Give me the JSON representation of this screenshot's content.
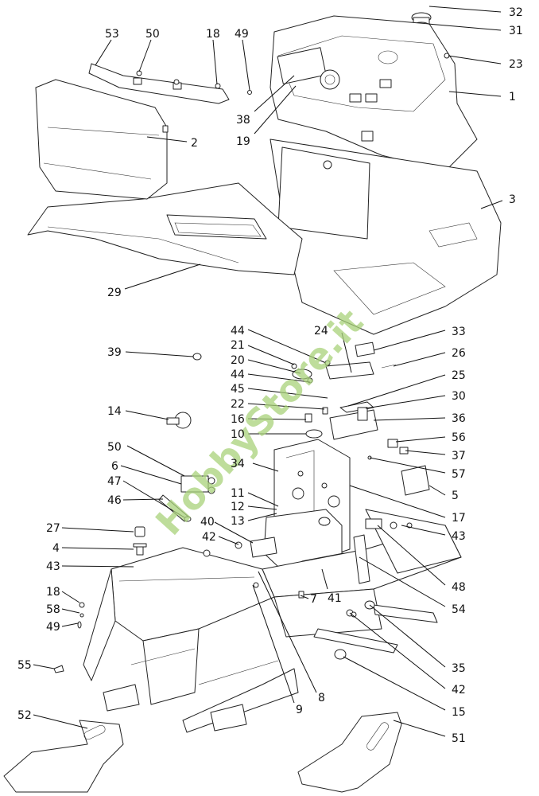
{
  "watermark": "HobbyStore.it",
  "callouts": [
    {
      "id": "c32",
      "text": "32"
    },
    {
      "id": "c31",
      "text": "31"
    },
    {
      "id": "c23",
      "text": "23"
    },
    {
      "id": "c1",
      "text": "1"
    },
    {
      "id": "c53",
      "text": "53"
    },
    {
      "id": "c50a",
      "text": "50"
    },
    {
      "id": "c18a",
      "text": "18"
    },
    {
      "id": "c49a",
      "text": "49"
    },
    {
      "id": "c38",
      "text": "38"
    },
    {
      "id": "c19",
      "text": "19"
    },
    {
      "id": "c2",
      "text": "2"
    },
    {
      "id": "c3",
      "text": "3"
    },
    {
      "id": "c29",
      "text": "29"
    },
    {
      "id": "c33",
      "text": "33"
    },
    {
      "id": "c44a",
      "text": "44"
    },
    {
      "id": "c24",
      "text": "24"
    },
    {
      "id": "c26",
      "text": "26"
    },
    {
      "id": "c21",
      "text": "21"
    },
    {
      "id": "c20",
      "text": "20"
    },
    {
      "id": "c25",
      "text": "25"
    },
    {
      "id": "c44b",
      "text": "44"
    },
    {
      "id": "c45",
      "text": "45"
    },
    {
      "id": "c30",
      "text": "30"
    },
    {
      "id": "c39",
      "text": "39"
    },
    {
      "id": "c22",
      "text": "22"
    },
    {
      "id": "c36",
      "text": "36"
    },
    {
      "id": "c16",
      "text": "16"
    },
    {
      "id": "c14",
      "text": "14"
    },
    {
      "id": "c10",
      "text": "10"
    },
    {
      "id": "c56",
      "text": "56"
    },
    {
      "id": "c37",
      "text": "37"
    },
    {
      "id": "c34",
      "text": "34"
    },
    {
      "id": "c57",
      "text": "57"
    },
    {
      "id": "c50b",
      "text": "50"
    },
    {
      "id": "c6",
      "text": "6"
    },
    {
      "id": "c5",
      "text": "5"
    },
    {
      "id": "c47",
      "text": "47"
    },
    {
      "id": "c11",
      "text": "11"
    },
    {
      "id": "c17",
      "text": "17"
    },
    {
      "id": "c12",
      "text": "12"
    },
    {
      "id": "c46",
      "text": "46"
    },
    {
      "id": "c13",
      "text": "13"
    },
    {
      "id": "c43a",
      "text": "43"
    },
    {
      "id": "c40",
      "text": "40"
    },
    {
      "id": "c27",
      "text": "27"
    },
    {
      "id": "c42a",
      "text": "42"
    },
    {
      "id": "c4",
      "text": "4"
    },
    {
      "id": "c48",
      "text": "48"
    },
    {
      "id": "c43b",
      "text": "43"
    },
    {
      "id": "c41",
      "text": "41"
    },
    {
      "id": "c7",
      "text": "7"
    },
    {
      "id": "c18b",
      "text": "18"
    },
    {
      "id": "c54",
      "text": "54"
    },
    {
      "id": "c58",
      "text": "58"
    },
    {
      "id": "c49b",
      "text": "49"
    },
    {
      "id": "c35",
      "text": "35"
    },
    {
      "id": "c55",
      "text": "55"
    },
    {
      "id": "c42b",
      "text": "42"
    },
    {
      "id": "c8",
      "text": "8"
    },
    {
      "id": "c9",
      "text": "9"
    },
    {
      "id": "c15",
      "text": "15"
    },
    {
      "id": "c52",
      "text": "52"
    },
    {
      "id": "c51",
      "text": "51"
    }
  ]
}
